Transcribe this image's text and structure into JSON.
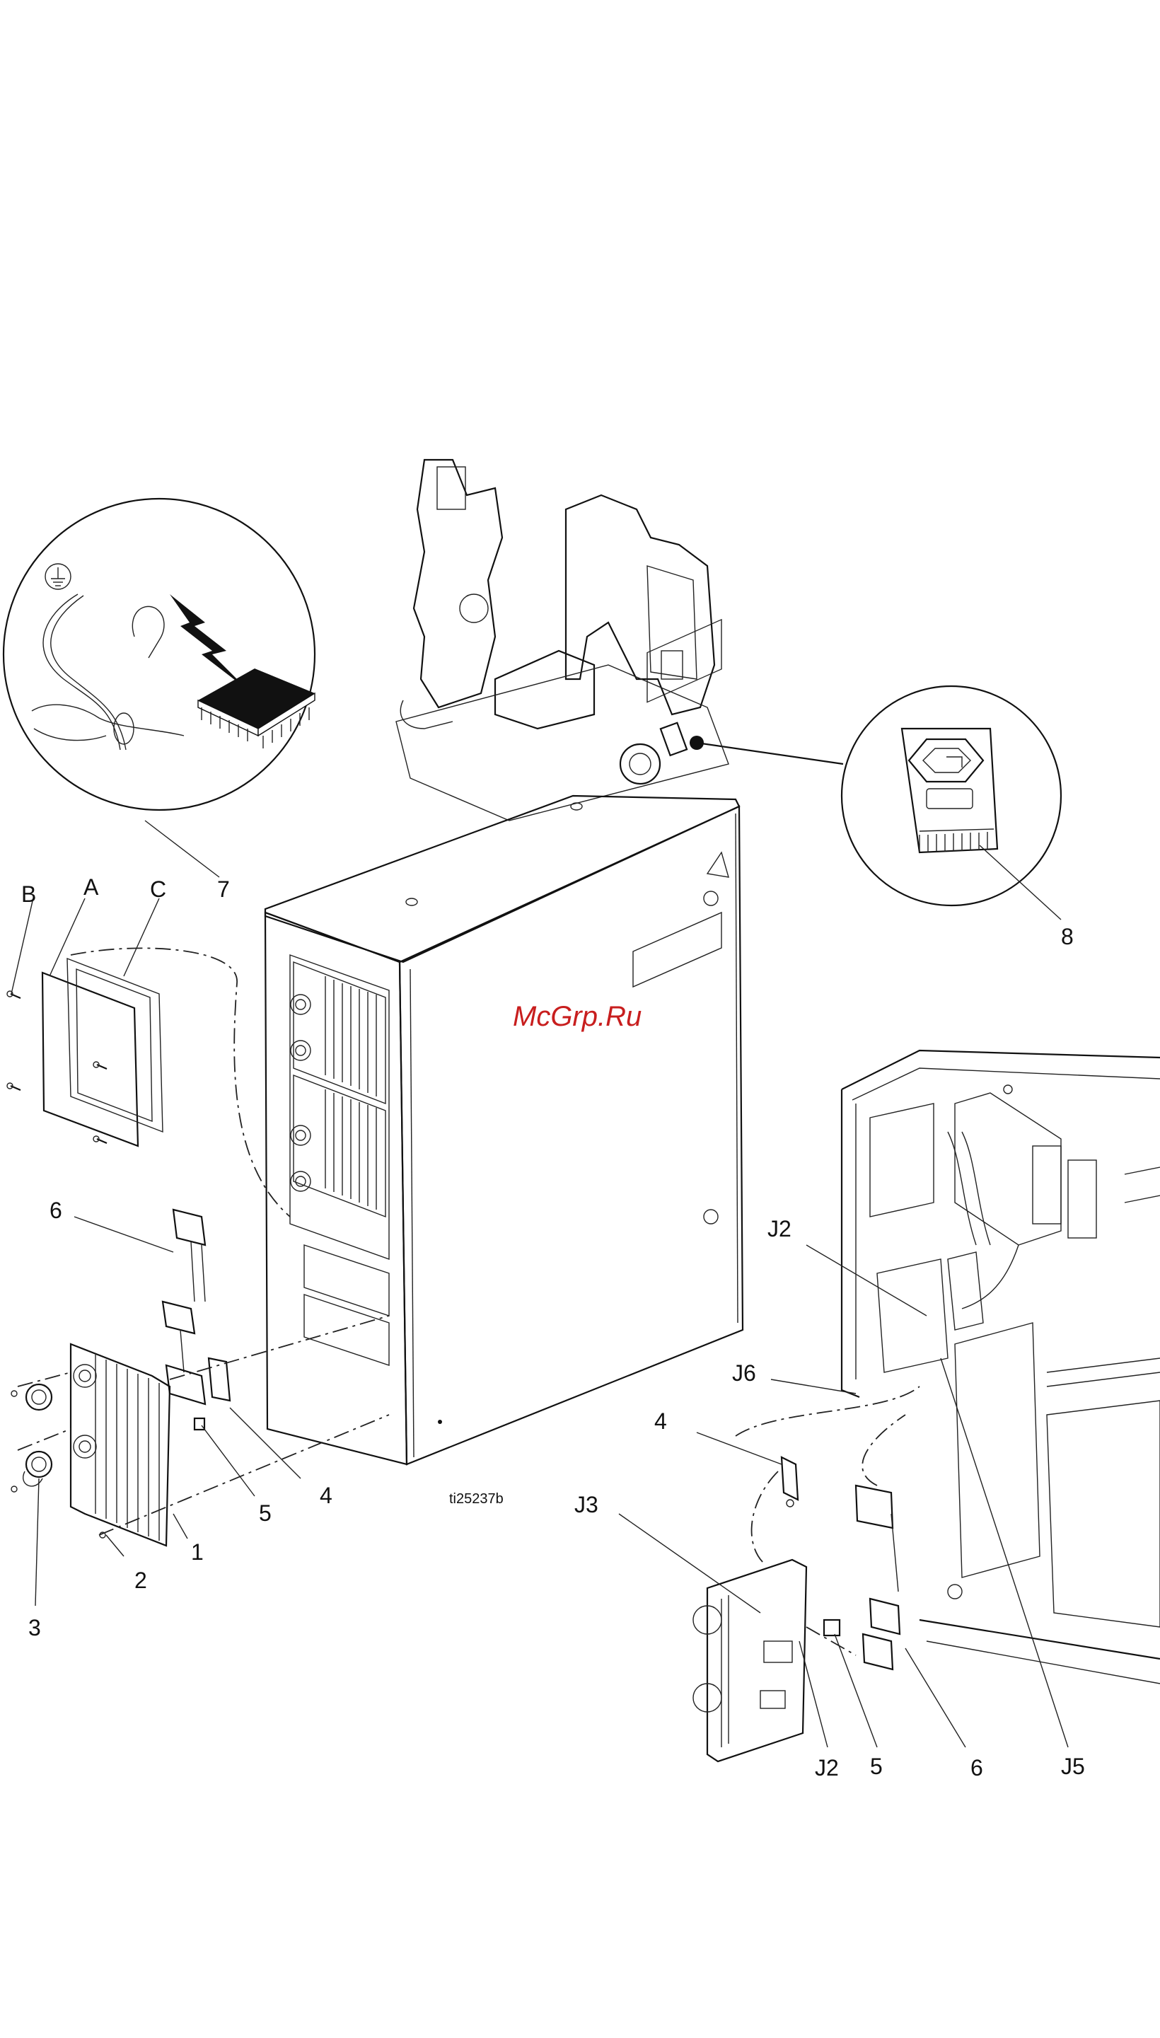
{
  "watermark": "McGrp.Ru",
  "figure_id": "ti25237b",
  "callouts": {
    "B": "B",
    "A": "A",
    "C": "C",
    "n7": "7",
    "n8": "8",
    "n6_left": "6",
    "n4_left": "4",
    "n5_left": "5",
    "n1": "1",
    "n2": "2",
    "n3": "3",
    "J2_top": "J2",
    "J6": "J6",
    "n4_right": "4",
    "J3": "J3",
    "J2_bottom": "J2",
    "n5_right": "5",
    "n6_right": "6",
    "J5": "J5"
  },
  "colors": {
    "line": "#111111",
    "watermark": "#c81e1e",
    "background": "#ffffff"
  },
  "icons": [
    "ground-symbol-icon",
    "esd-chip-icon",
    "lightning-icon",
    "graco-logo-icon",
    "warning-triangle-icon"
  ]
}
